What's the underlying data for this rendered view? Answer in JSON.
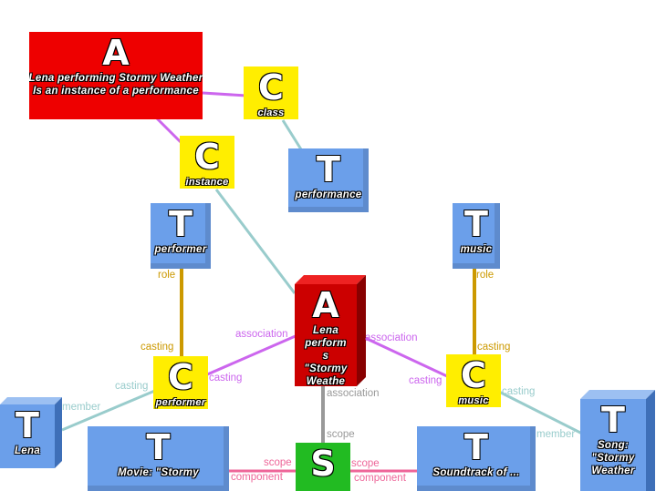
{
  "colors": {
    "association_node": "#cc0000",
    "topic_node": "#6b9fea",
    "class_node": "#ffee00",
    "scope_node": "#22bb22",
    "association_edge": "#cc66ee",
    "class_edge": "#99cccc",
    "role_edge": "#cc9900",
    "scope_edge": "#ee6699",
    "scope_link": "#999999"
  },
  "nodes": {
    "assoc_top": {
      "letter": "A",
      "label": "Lena performing Stormy Weather\nIs an instance of a performance"
    },
    "class_c": {
      "letter": "C",
      "label": "class"
    },
    "instance_c": {
      "letter": "C",
      "label": "instance"
    },
    "performance_t": {
      "letter": "T",
      "label": "performance"
    },
    "performer_role_t": {
      "letter": "T",
      "label": "performer"
    },
    "music_role_t": {
      "letter": "T",
      "label": "music"
    },
    "assoc_center": {
      "letter": "A",
      "label": "Lena\nperform\ns\n\"Stormy\nWeathe\nr\""
    },
    "performer_c": {
      "letter": "C",
      "label": "performer"
    },
    "music_c": {
      "letter": "C",
      "label": "music"
    },
    "lena_t": {
      "letter": "T",
      "label": "Lena"
    },
    "movie_t": {
      "letter": "T",
      "label": "Movie: \"Stormy"
    },
    "scope_s": {
      "letter": "S",
      "label": ""
    },
    "soundtrack_t": {
      "letter": "T",
      "label": "Soundtrack of ..."
    },
    "song_t": {
      "letter": "T",
      "label": "Song:\n\"Stormy\nWeather"
    }
  },
  "edge_labels": {
    "role_left": "role",
    "role_right": "role",
    "casting_left_upper": "casting",
    "casting_right_upper": "casting",
    "association_left": "association",
    "association_right": "association",
    "casting_left_mid": "casting",
    "casting_right_mid": "casting",
    "casting_left_outer": "casting",
    "casting_right_outer": "casting",
    "member_left": "member",
    "member_right": "member",
    "association_center": "association",
    "scope_center": "scope",
    "scope_left": "scope",
    "component_left": "component",
    "scope_right": "scope",
    "component_right": "component"
  }
}
